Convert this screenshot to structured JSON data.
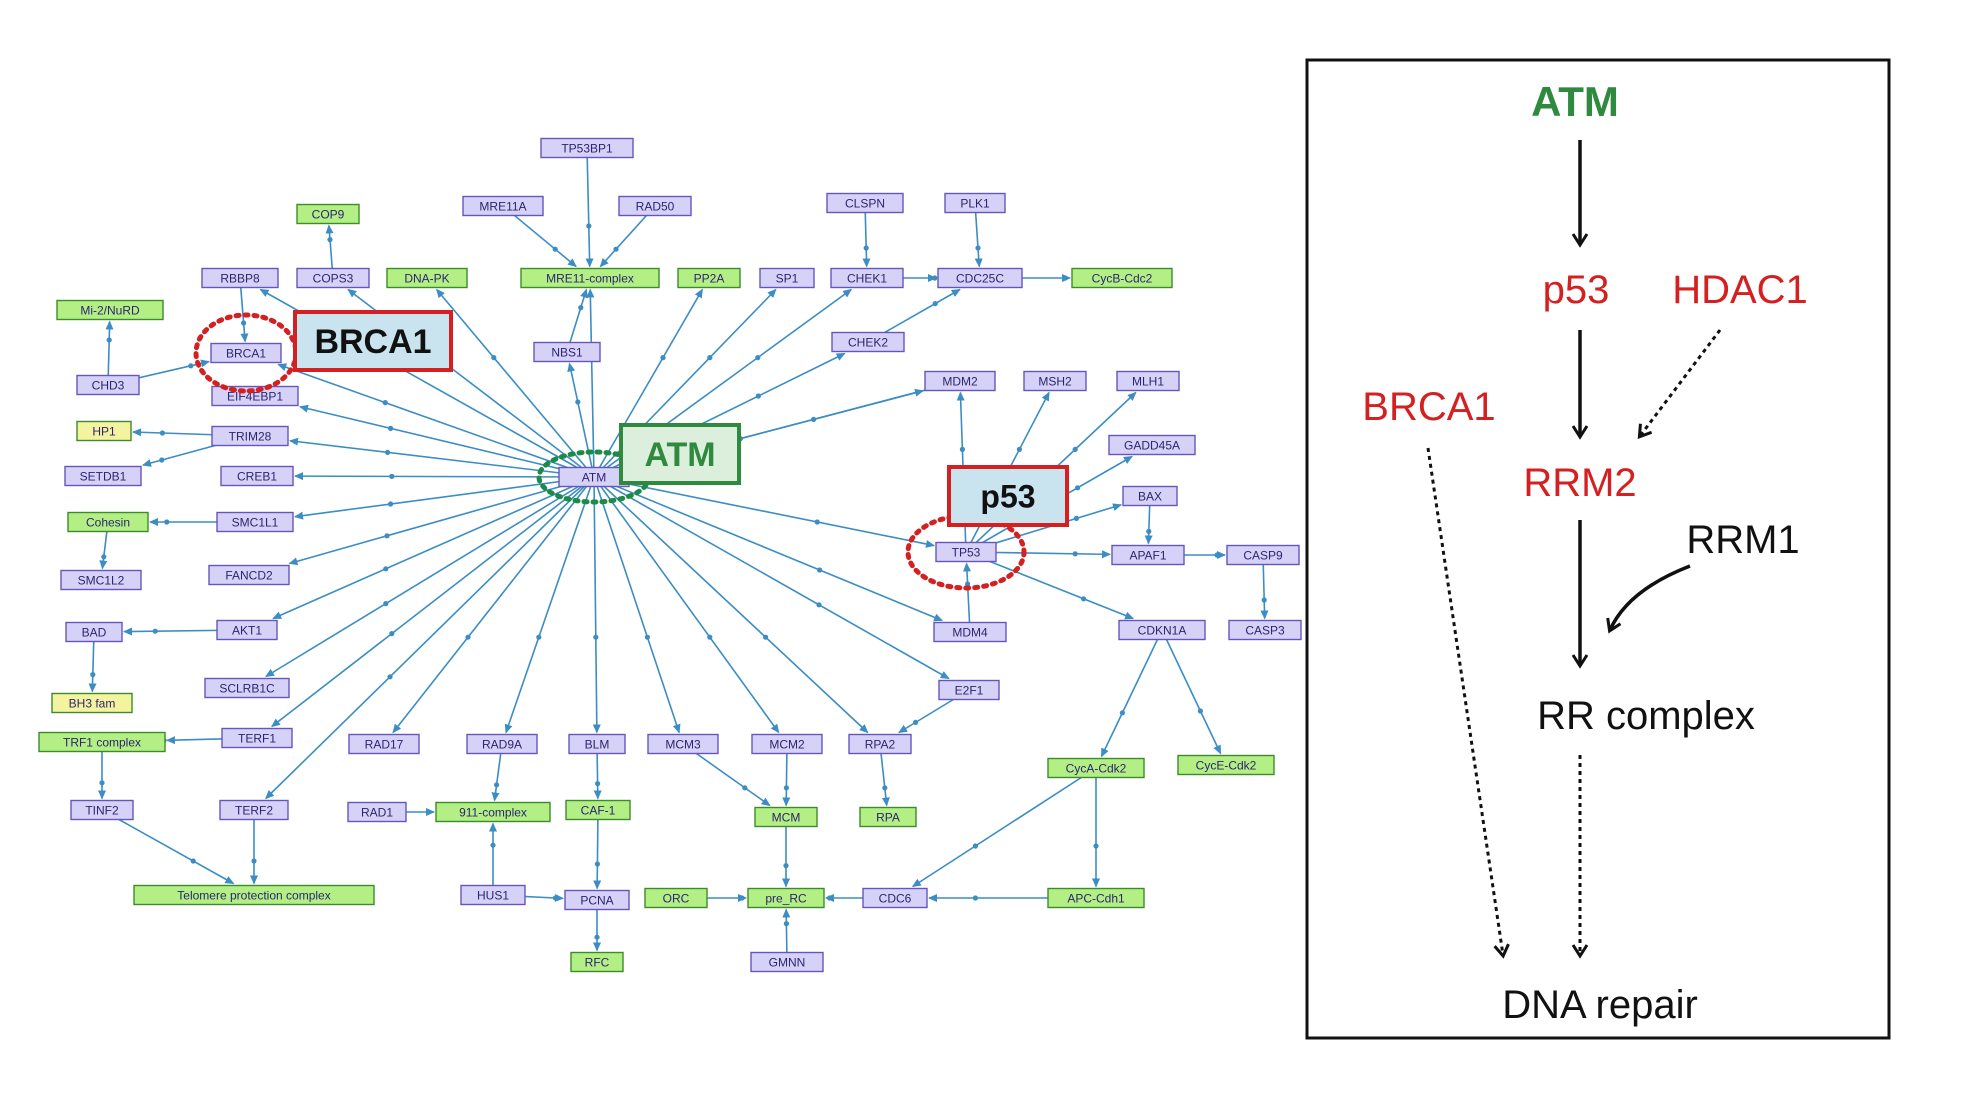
{
  "colors": {
    "edge": "#3b8dc4",
    "protein_fill": "#d6d2f7",
    "protein_stroke": "#6655bb",
    "complex_fill": "#b3ef84",
    "complex_stroke": "#3c8c2c",
    "yellow_fill": "#f4f3a0",
    "callout_fill": "#c9e4ee",
    "callout_red": "#d42020",
    "atm_green": "#2f8a3f",
    "marker_green": "#1e8a46",
    "dotted_red": "#d42020",
    "summary_red": "#d42020",
    "summary_black": "#111111"
  },
  "network": {
    "nodes": [
      {
        "id": "tp53bp1",
        "label": "TP53BP1",
        "type": "protein"
      },
      {
        "id": "mre11a",
        "label": "MRE11A",
        "type": "protein"
      },
      {
        "id": "rad50",
        "label": "RAD50",
        "type": "protein"
      },
      {
        "id": "mre11c",
        "label": "MRE11-complex",
        "type": "complex"
      },
      {
        "id": "clspn",
        "label": "CLSPN",
        "type": "protein"
      },
      {
        "id": "plk1",
        "label": "PLK1",
        "type": "protein"
      },
      {
        "id": "cop9",
        "label": "COP9",
        "type": "complex"
      },
      {
        "id": "rbbp8",
        "label": "RBBP8",
        "type": "protein"
      },
      {
        "id": "cops3",
        "label": "COPS3",
        "type": "protein"
      },
      {
        "id": "dnapk",
        "label": "DNA-PK",
        "type": "complex"
      },
      {
        "id": "pp2a",
        "label": "PP2A",
        "type": "complex"
      },
      {
        "id": "sp1",
        "label": "SP1",
        "type": "protein"
      },
      {
        "id": "chek1",
        "label": "CHEK1",
        "type": "protein"
      },
      {
        "id": "cdc25c",
        "label": "CDC25C",
        "type": "protein"
      },
      {
        "id": "cycbcdc2",
        "label": "CycB-Cdc2",
        "type": "complex"
      },
      {
        "id": "mi2nurd",
        "label": "Mi-2/NuRD",
        "type": "complex"
      },
      {
        "id": "brca1",
        "label": "BRCA1",
        "type": "protein"
      },
      {
        "id": "nbs1",
        "label": "NBS1",
        "type": "protein"
      },
      {
        "id": "chek2",
        "label": "CHEK2",
        "type": "protein"
      },
      {
        "id": "chd3",
        "label": "CHD3",
        "type": "protein"
      },
      {
        "id": "eif4ebp1",
        "label": "EIF4EBP1",
        "type": "protein"
      },
      {
        "id": "mdm2",
        "label": "MDM2",
        "type": "protein"
      },
      {
        "id": "msh2",
        "label": "MSH2",
        "type": "protein"
      },
      {
        "id": "mlh1",
        "label": "MLH1",
        "type": "protein"
      },
      {
        "id": "hp1",
        "label": "HP1",
        "type": "yellow"
      },
      {
        "id": "trim28",
        "label": "TRIM28",
        "type": "protein"
      },
      {
        "id": "gadd45a",
        "label": "GADD45A",
        "type": "protein"
      },
      {
        "id": "setdb1",
        "label": "SETDB1",
        "type": "protein"
      },
      {
        "id": "creb1",
        "label": "CREB1",
        "type": "protein"
      },
      {
        "id": "atm",
        "label": "ATM",
        "type": "protein"
      },
      {
        "id": "bax",
        "label": "BAX",
        "type": "protein"
      },
      {
        "id": "cohesin",
        "label": "Cohesin",
        "type": "complex"
      },
      {
        "id": "smc1l1",
        "label": "SMC1L1",
        "type": "protein"
      },
      {
        "id": "tp53",
        "label": "TP53",
        "type": "protein"
      },
      {
        "id": "apaf1",
        "label": "APAF1",
        "type": "protein"
      },
      {
        "id": "casp9",
        "label": "CASP9",
        "type": "protein"
      },
      {
        "id": "smc1l2",
        "label": "SMC1L2",
        "type": "protein"
      },
      {
        "id": "fancd2",
        "label": "FANCD2",
        "type": "protein"
      },
      {
        "id": "bad",
        "label": "BAD",
        "type": "protein"
      },
      {
        "id": "akt1",
        "label": "AKT1",
        "type": "protein"
      },
      {
        "id": "mdm4",
        "label": "MDM4",
        "type": "protein"
      },
      {
        "id": "cdkn1a",
        "label": "CDKN1A",
        "type": "protein"
      },
      {
        "id": "casp3",
        "label": "CASP3",
        "type": "protein"
      },
      {
        "id": "bh3",
        "label": "BH3 fam",
        "type": "yellow"
      },
      {
        "id": "sclrb1c",
        "label": "SCLRB1C",
        "type": "protein"
      },
      {
        "id": "e2f1",
        "label": "E2F1",
        "type": "protein"
      },
      {
        "id": "trf1c",
        "label": "TRF1 complex",
        "type": "complex"
      },
      {
        "id": "terf1",
        "label": "TERF1",
        "type": "protein"
      },
      {
        "id": "rad17",
        "label": "RAD17",
        "type": "protein"
      },
      {
        "id": "rad9",
        "label": "RAD9A",
        "type": "protein"
      },
      {
        "id": "blm",
        "label": "BLM",
        "type": "protein"
      },
      {
        "id": "mcm3",
        "label": "MCM3",
        "type": "protein"
      },
      {
        "id": "mcm2",
        "label": "MCM2",
        "type": "protein"
      },
      {
        "id": "rpa2",
        "label": "RPA2",
        "type": "protein"
      },
      {
        "id": "cycecdk2",
        "label": "CycE-Cdk2",
        "type": "complex"
      },
      {
        "id": "cycacdk2",
        "label": "CycA-Cdk2",
        "type": "complex"
      },
      {
        "id": "tinf2",
        "label": "TINF2",
        "type": "protein"
      },
      {
        "id": "terf2",
        "label": "TERF2",
        "type": "protein"
      },
      {
        "id": "rad1",
        "label": "RAD1",
        "type": "protein"
      },
      {
        "id": "c911",
        "label": "911-complex",
        "type": "complex"
      },
      {
        "id": "caf1",
        "label": "CAF-1",
        "type": "complex"
      },
      {
        "id": "mcm",
        "label": "MCM",
        "type": "complex"
      },
      {
        "id": "rpa",
        "label": "RPA",
        "type": "complex"
      },
      {
        "id": "telo",
        "label": "Telomere protection complex",
        "type": "complex"
      },
      {
        "id": "hus1",
        "label": "HUS1",
        "type": "protein"
      },
      {
        "id": "pcna",
        "label": "PCNA",
        "type": "protein"
      },
      {
        "id": "orc",
        "label": "ORC",
        "type": "complex"
      },
      {
        "id": "prerc",
        "label": "pre_RC",
        "type": "complex"
      },
      {
        "id": "cdc6",
        "label": "CDC6",
        "type": "protein"
      },
      {
        "id": "apccdh1",
        "label": "APC-Cdh1",
        "type": "complex"
      },
      {
        "id": "rfc",
        "label": "RFC",
        "type": "complex"
      },
      {
        "id": "gmnn",
        "label": "GMNN",
        "type": "protein"
      }
    ],
    "edges": [
      [
        "atm",
        "rbbp8"
      ],
      [
        "atm",
        "cops3"
      ],
      [
        "atm",
        "dnapk"
      ],
      [
        "atm",
        "mre11c"
      ],
      [
        "atm",
        "pp2a"
      ],
      [
        "atm",
        "sp1"
      ],
      [
        "atm",
        "chek1"
      ],
      [
        "atm",
        "chek2"
      ],
      [
        "atm",
        "nbs1"
      ],
      [
        "atm",
        "brca1"
      ],
      [
        "atm",
        "eif4ebp1"
      ],
      [
        "atm",
        "trim28"
      ],
      [
        "atm",
        "creb1"
      ],
      [
        "atm",
        "smc1l1"
      ],
      [
        "atm",
        "fancd2"
      ],
      [
        "atm",
        "akt1"
      ],
      [
        "atm",
        "sclrb1c"
      ],
      [
        "atm",
        "terf1"
      ],
      [
        "atm",
        "terf2"
      ],
      [
        "atm",
        "rad17"
      ],
      [
        "atm",
        "rad9"
      ],
      [
        "atm",
        "blm"
      ],
      [
        "atm",
        "mcm3"
      ],
      [
        "atm",
        "mcm2"
      ],
      [
        "atm",
        "rpa2"
      ],
      [
        "atm",
        "e2f1"
      ],
      [
        "atm",
        "mdm4"
      ],
      [
        "atm",
        "tp53"
      ],
      [
        "atm",
        "mdm2"
      ],
      [
        "tp53bp1",
        "mre11c"
      ],
      [
        "mre11a",
        "mre11c"
      ],
      [
        "rad50",
        "mre11c"
      ],
      [
        "nbs1",
        "mre11c"
      ],
      [
        "cops3",
        "cop9"
      ],
      [
        "clspn",
        "chek1"
      ],
      [
        "plk1",
        "cdc25c"
      ],
      [
        "chek1",
        "cdc25c"
      ],
      [
        "cdc25c",
        "cycbcdc2"
      ],
      [
        "chek2",
        "cdc25c"
      ],
      [
        "chd3",
        "mi2nurd"
      ],
      [
        "chd3",
        "brca1"
      ],
      [
        "trim28",
        "hp1"
      ],
      [
        "trim28",
        "setdb1"
      ],
      [
        "smc1l1",
        "cohesin"
      ],
      [
        "cohesin",
        "smc1l2"
      ],
      [
        "akt1",
        "bad"
      ],
      [
        "bad",
        "bh3"
      ],
      [
        "terf1",
        "trf1c"
      ],
      [
        "trf1c",
        "tinf2"
      ],
      [
        "tinf2",
        "telo"
      ],
      [
        "terf2",
        "telo"
      ],
      [
        "rad9",
        "c911"
      ],
      [
        "rad1",
        "c911"
      ],
      [
        "hus1",
        "c911"
      ],
      [
        "blm",
        "caf1"
      ],
      [
        "caf1",
        "pcna"
      ],
      [
        "hus1",
        "pcna"
      ],
      [
        "pcna",
        "rfc"
      ],
      [
        "mcm3",
        "mcm"
      ],
      [
        "mcm2",
        "mcm"
      ],
      [
        "mcm",
        "prerc"
      ],
      [
        "orc",
        "prerc"
      ],
      [
        "gmnn",
        "prerc"
      ],
      [
        "cdc6",
        "prerc"
      ],
      [
        "rpa2",
        "rpa"
      ],
      [
        "e2f1",
        "rpa2"
      ],
      [
        "tp53",
        "mdm2"
      ],
      [
        "tp53",
        "msh2"
      ],
      [
        "tp53",
        "mlh1"
      ],
      [
        "tp53",
        "gadd45a"
      ],
      [
        "tp53",
        "bax"
      ],
      [
        "tp53",
        "apaf1"
      ],
      [
        "tp53",
        "cdkn1a"
      ],
      [
        "mdm4",
        "tp53"
      ],
      [
        "bax",
        "apaf1"
      ],
      [
        "apaf1",
        "casp9"
      ],
      [
        "casp9",
        "casp3"
      ],
      [
        "cdkn1a",
        "cycacdk2"
      ],
      [
        "cdkn1a",
        "cycecdk2"
      ],
      [
        "cycacdk2",
        "cdc6"
      ],
      [
        "apccdh1",
        "cdc6"
      ],
      [
        "cycacdk2",
        "apccdh1"
      ],
      [
        "mdm2",
        "atm"
      ],
      [
        "rbbp8",
        "brca1"
      ]
    ],
    "callouts": [
      {
        "id": "brca1-callout",
        "label": "BRCA1",
        "style": "red"
      },
      {
        "id": "atm-callout",
        "label": "ATM",
        "style": "green"
      },
      {
        "id": "p53-callout",
        "label": "p53",
        "style": "red"
      }
    ]
  },
  "summary": {
    "atm": "ATM",
    "p53": "p53",
    "hdac1": "HDAC1",
    "brca1": "BRCA1",
    "rrm2": "RRM2",
    "rrm1": "RRM1",
    "rr_complex": "RR complex",
    "dna_repair": "DNA repair"
  }
}
